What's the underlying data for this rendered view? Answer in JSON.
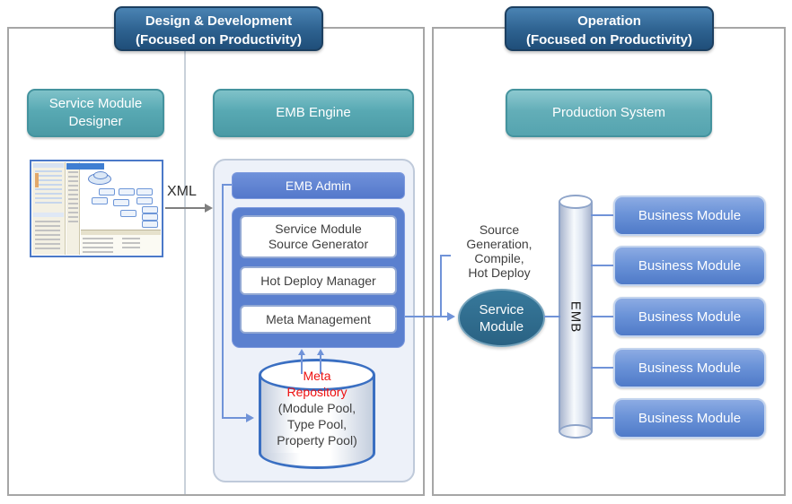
{
  "colors": {
    "section_header_blue": "#2d6090",
    "teal_box": "#55a7b1",
    "emb_admin_blue": "#5b80cf",
    "connector_blue": "#7093d8",
    "xml_arrow_gray": "#7f7f7f",
    "meta_repository_red": "#ee1111",
    "service_module_fill": "#2e6f90",
    "business_module_blue": "#5c85cf",
    "frame_border_gray": "#a6a6a6"
  },
  "design": {
    "header_line1": "Design & Development",
    "header_line2": "(Focused on Productivity)",
    "designer_line1": "Service Module",
    "designer_line2": "Designer",
    "engine_label": "EMB Engine",
    "xml_label": "XML",
    "admin_label": "EMB Admin",
    "generator_line1": "Service Module",
    "generator_line2": "Source Generator",
    "hot_deploy_label": "Hot Deploy Manager",
    "meta_mgmt_label": "Meta Management",
    "repo_line1": "Meta",
    "repo_line2": "Repository",
    "repo_line3": "(Module Pool,",
    "repo_line4": "Type Pool,",
    "repo_line5": "Property Pool)"
  },
  "flow": {
    "label_line1": "Source",
    "label_line2": "Generation,",
    "label_line3": "Compile,",
    "label_line4": "Hot Deploy",
    "service_line1": "Service",
    "service_line2": "Module"
  },
  "operation": {
    "header_line1": "Operation",
    "header_line2": "(Focused on Productivity)",
    "production_label": "Production System",
    "bus_label": "EMB",
    "business_modules": [
      "Business Module",
      "Business Module",
      "Business Module",
      "Business Module",
      "Business Module"
    ]
  }
}
